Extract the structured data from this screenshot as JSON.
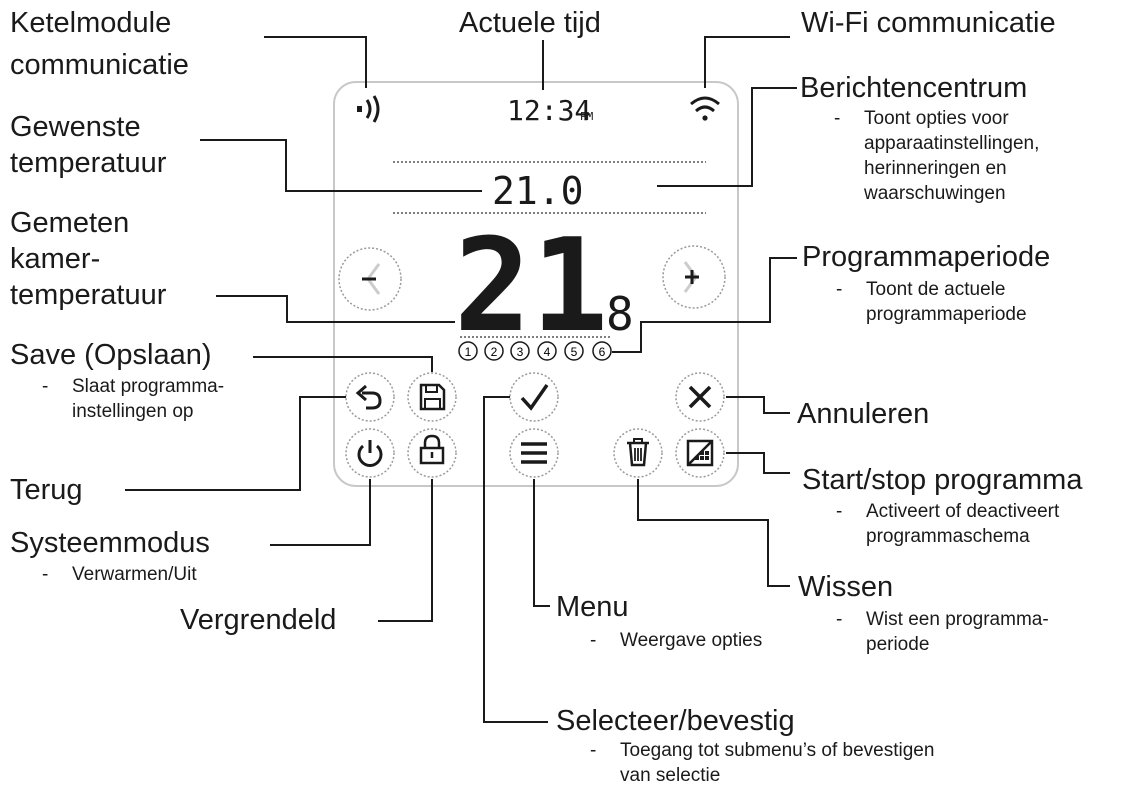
{
  "device": {
    "time": "12:34",
    "time_suffix": "PM",
    "setpoint": "21.0",
    "room_temp_int": "21",
    "room_temp_dec": "8",
    "periods": [
      "1",
      "2",
      "3",
      "4",
      "5",
      "6"
    ]
  },
  "labels": {
    "boiler_comm": {
      "title_line1": "Ketelmodule",
      "title_line2": "communicatie"
    },
    "current_time": {
      "title": "Actuele tijd"
    },
    "wifi": {
      "title": "Wi-Fi communicatie"
    },
    "message_center": {
      "title": "Berichtencentrum",
      "desc_line1": "Toont opties voor",
      "desc_line2": "apparaatinstellingen,",
      "desc_line3": "herinneringen en",
      "desc_line4": "waarschuwingen"
    },
    "desired_temp": {
      "title_line1": "Gewenste",
      "title_line2": "temperatuur"
    },
    "measured_temp": {
      "title_line1": "Gemeten",
      "title_line2": "kamer-",
      "title_line3": "temperatuur"
    },
    "program_period": {
      "title": "Programmaperiode",
      "desc_line1": "Toont de actuele",
      "desc_line2": "programmaperiode"
    },
    "save": {
      "title": "Save (Opslaan)",
      "desc_line1": "Slaat programma-",
      "desc_line2": "instellingen op"
    },
    "cancel": {
      "title": "Annuleren"
    },
    "back": {
      "title": "Terug"
    },
    "start_stop": {
      "title": "Start/stop programma",
      "desc_line1": "Activeert of deactiveert",
      "desc_line2": "programmaschema"
    },
    "system_mode": {
      "title": "Systeemmodus",
      "desc_line1": "Verwarmen/Uit"
    },
    "locked": {
      "title": "Vergrendeld"
    },
    "menu": {
      "title": "Menu",
      "desc_line1": "Weergave opties"
    },
    "delete": {
      "title": "Wissen",
      "desc_line1": "Wist een programma-",
      "desc_line2": "periode"
    },
    "select": {
      "title": "Selecteer/bevestig",
      "desc_line1": "Toegang tot submenu’s of bevestigen",
      "desc_line2": "van selectie"
    }
  },
  "icons": [
    "signal-icon",
    "wifi-icon",
    "minus-icon",
    "plus-icon",
    "back-icon",
    "save-icon",
    "check-icon",
    "close-icon",
    "power-icon",
    "lock-icon",
    "menu-icon",
    "trash-icon",
    "schedule-icon"
  ],
  "colors": {
    "line": "#1a1a1a",
    "frame": "#c8c8c8",
    "button_ring": "#9a9a9a"
  }
}
